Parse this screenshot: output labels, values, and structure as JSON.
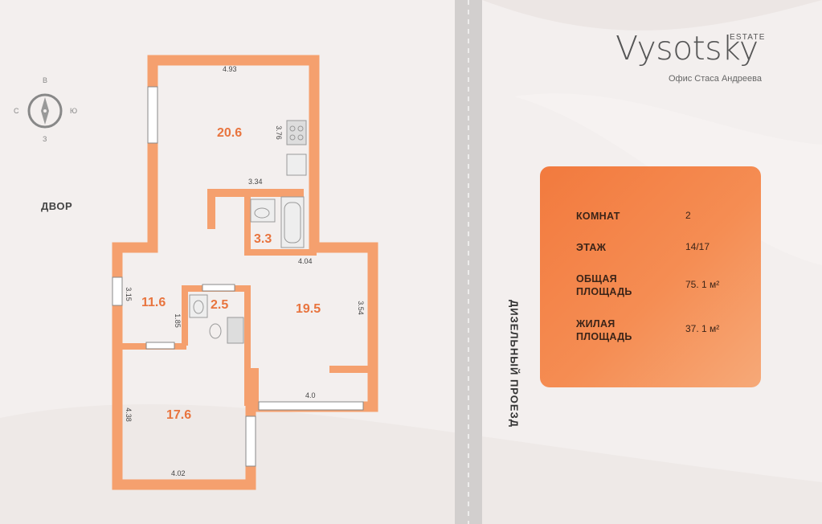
{
  "brand": {
    "name": "Vysotsky",
    "estate": "ESTATE",
    "subtitle": "Офис Стаса Андреева"
  },
  "compass": {
    "north": "В",
    "west": "С",
    "east": "Ю",
    "south": "З"
  },
  "labels": {
    "yard": "ДВОР",
    "street": "ДИЗЕЛЬНЫЙ ПРОЕЗД"
  },
  "rooms": [
    {
      "area": "20.6"
    },
    {
      "area": "3.3"
    },
    {
      "area": "11.6"
    },
    {
      "area": "2.5"
    },
    {
      "area": "19.5"
    },
    {
      "area": "17.6"
    }
  ],
  "dimensions": [
    "4.93",
    "3.76",
    "3.34",
    "4.04",
    "3.15",
    "1.85",
    "3.54",
    "4.0",
    "4.38",
    "4.02"
  ],
  "info": {
    "rows": [
      {
        "label": "КОМНАТ",
        "value": "2"
      },
      {
        "label": "ЭТАЖ",
        "value": "14/17"
      },
      {
        "label": "ОБЩАЯ\nПЛОЩАДЬ",
        "value": "75. 1 м²"
      },
      {
        "label": "ЖИЛАЯ\nПЛОЩАДЬ",
        "value": "37. 1 м²"
      }
    ]
  },
  "colors": {
    "wall": "#f5a06e",
    "accent": "#e8743e",
    "card": "#f27a3e"
  }
}
